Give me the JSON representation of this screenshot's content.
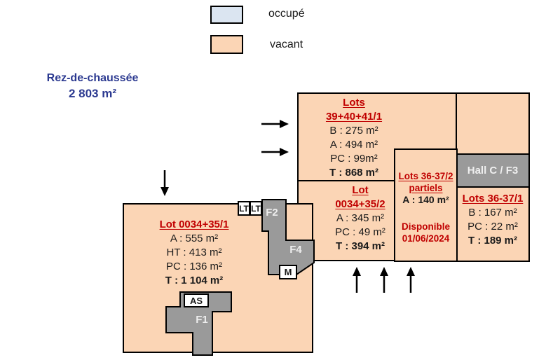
{
  "legend": {
    "occupied_label": "occupé",
    "vacant_label": "vacant",
    "occupied_color": "#dbe5f1",
    "vacant_color": "#fbd5b5"
  },
  "title": {
    "line1": "Rez-de-chaussée",
    "line2": "2 803 m²",
    "color": "#2b3990"
  },
  "plan": {
    "lots_39_40_41": {
      "title_line1": "Lots",
      "title_line2": "39+40+41/1",
      "lines": [
        "B : 275 m²",
        "A : 494 m²",
        "PC : 99m²"
      ],
      "total": "T : 868 m²"
    },
    "lot_0034_35_2": {
      "title_line1": "Lot",
      "title_line2": "0034+35/2",
      "lines": [
        "A : 345 m²",
        "PC : 49 m²"
      ],
      "total": "T : 394 m²"
    },
    "lots_36_37_2": {
      "title_line1": "Lots 36-37/2",
      "title_line2": "partiels",
      "area": "A : 140 m²",
      "availability_line1": "Disponible",
      "availability_line2": "01/06/2024"
    },
    "hall": {
      "label": "Hall C / F3"
    },
    "lots_36_37_1": {
      "title": "Lots 36-37/1",
      "lines": [
        "B : 167 m²",
        "PC : 22 m²"
      ],
      "total": "T : 189 m²"
    },
    "lot_0034_35_1": {
      "title": "Lot 0034+35/1",
      "lines": [
        "A : 555 m²",
        "HT : 413 m²",
        "PC : 136 m²"
      ],
      "total": "T : 1 104 m²"
    },
    "labels": {
      "lt1": "LT",
      "lt2": "LT",
      "f2": "F2",
      "f4": "F4",
      "m": "M",
      "as": "AS",
      "f1": "F1"
    },
    "colors": {
      "vacant_fill": "#fbd5b5",
      "corridor_gray": "#9a9a9a",
      "lot_title_red": "#c00000",
      "border_black": "#000000"
    }
  }
}
